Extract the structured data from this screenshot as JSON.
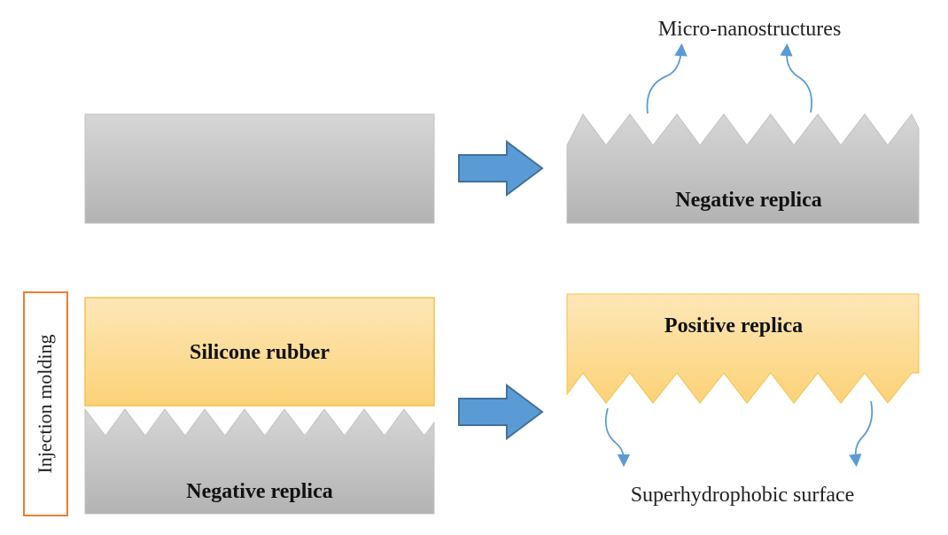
{
  "labels": {
    "micro_nanostructures": "Micro-nanostructures",
    "negative_replica_top": "Negative replica",
    "silicone_rubber": "Silicone rubber",
    "negative_replica_bottom": "Negative replica",
    "positive_replica": "Positive replica",
    "superhydrophobic_surface": "Superhydrophobic surface",
    "injection_molding": "Injection molding"
  },
  "colors": {
    "gray_light": "#d6d6d6",
    "gray_dark": "#b3b3b3",
    "gray_edge": "#a8a8a8",
    "orange_light": "#fde7b8",
    "orange_dark": "#fcd277",
    "orange_edge": "#f3c14f",
    "arrow_fill": "#5b9bd5",
    "arrow_stroke": "#41719c",
    "callout_arrow": "#5b9bd5",
    "side_box_border": "#ed7d31"
  },
  "icons": {
    "process_arrow": "right-block-arrow",
    "callout": "curved-arrow"
  }
}
